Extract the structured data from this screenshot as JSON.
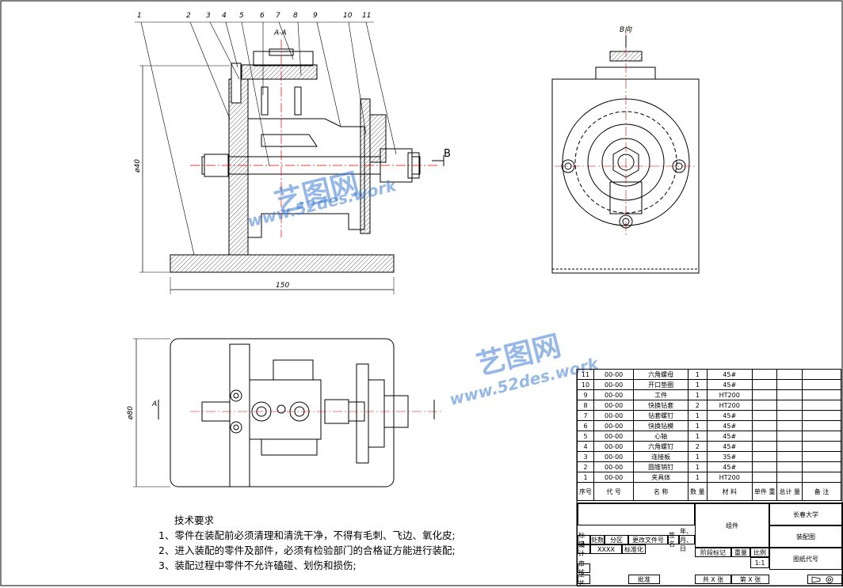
{
  "drawing": {
    "balloons": [
      "1",
      "2",
      "3",
      "4",
      "5",
      "6",
      "7",
      "8",
      "9",
      "10",
      "11"
    ],
    "section_label": "A-A",
    "section_marker": "B",
    "view_label": "B向",
    "dim_height": "ø40",
    "dim_width": "150",
    "dim_plan": "ø80",
    "section_cut_a": "A"
  },
  "notes": {
    "heading": "技术要求",
    "items": [
      "1、零件在装配前必须清理和清洗干净，不得有毛刺、飞边、氧化皮;",
      "2、进入装配的零件及部件，必须有检验部门的合格证方能进行装配;",
      "3、装配过程中零件不允许磕碰、划伤和损伤;"
    ]
  },
  "bom": {
    "rows": [
      {
        "no": "11",
        "code": "00-00",
        "name": "六角螺母",
        "qty": "1",
        "mat": "45#"
      },
      {
        "no": "10",
        "code": "00-00",
        "name": "开口垫圈",
        "qty": "1",
        "mat": "45#"
      },
      {
        "no": "9",
        "code": "00-00",
        "name": "工件",
        "qty": "1",
        "mat": "HT200"
      },
      {
        "no": "8",
        "code": "00-00",
        "name": "快换钻套",
        "qty": "2",
        "mat": "HT200"
      },
      {
        "no": "7",
        "code": "00-00",
        "name": "钻套螺钉",
        "qty": "1",
        "mat": "45#"
      },
      {
        "no": "6",
        "code": "00-00",
        "name": "快换钻模",
        "qty": "1",
        "mat": "45#"
      },
      {
        "no": "5",
        "code": "00-00",
        "name": "心轴",
        "qty": "1",
        "mat": "45#"
      },
      {
        "no": "4",
        "code": "00-00",
        "name": "六角螺钉",
        "qty": "2",
        "mat": "45#"
      },
      {
        "no": "3",
        "code": "00-00",
        "name": "连接板",
        "qty": "1",
        "mat": "35#"
      },
      {
        "no": "2",
        "code": "00-00",
        "name": "圆锥销钉",
        "qty": "1",
        "mat": "45#"
      },
      {
        "no": "1",
        "code": "00-00",
        "name": "夹具体",
        "qty": "1",
        "mat": "HT200"
      }
    ],
    "header": {
      "no": "序号",
      "code_a": "代",
      "code_b": "号",
      "name_a": "名",
      "name_b": "称",
      "qty_a": "数",
      "qty_b": "量",
      "mat_a": "材",
      "mat_b": "料",
      "unit_a": "单件",
      "total_a": "总计",
      "weight_a": "重",
      "weight_b": "量",
      "remark_a": "备",
      "remark_b": "注"
    }
  },
  "title_block": {
    "company": "长春大学",
    "drawing_type": "装配图",
    "drawing_no": "图纸代号",
    "part_label": "组件",
    "mark": "标记",
    "count": "处数",
    "zone": "分区",
    "change_doc": "更改文件号",
    "sign": "签名",
    "date": "年、月、日",
    "design": "设计",
    "design_name": "XXXX",
    "standard": "标准化",
    "stage": "阶段标记",
    "weight": "重量",
    "scale": "比例",
    "scale_value": "1:1",
    "review": "审核",
    "process": "工艺",
    "approve": "批准",
    "sheets": "共 X 张",
    "sheet_no": "第 X 张"
  },
  "watermark": {
    "brand": "艺图网",
    "url": "www.52des.work"
  }
}
